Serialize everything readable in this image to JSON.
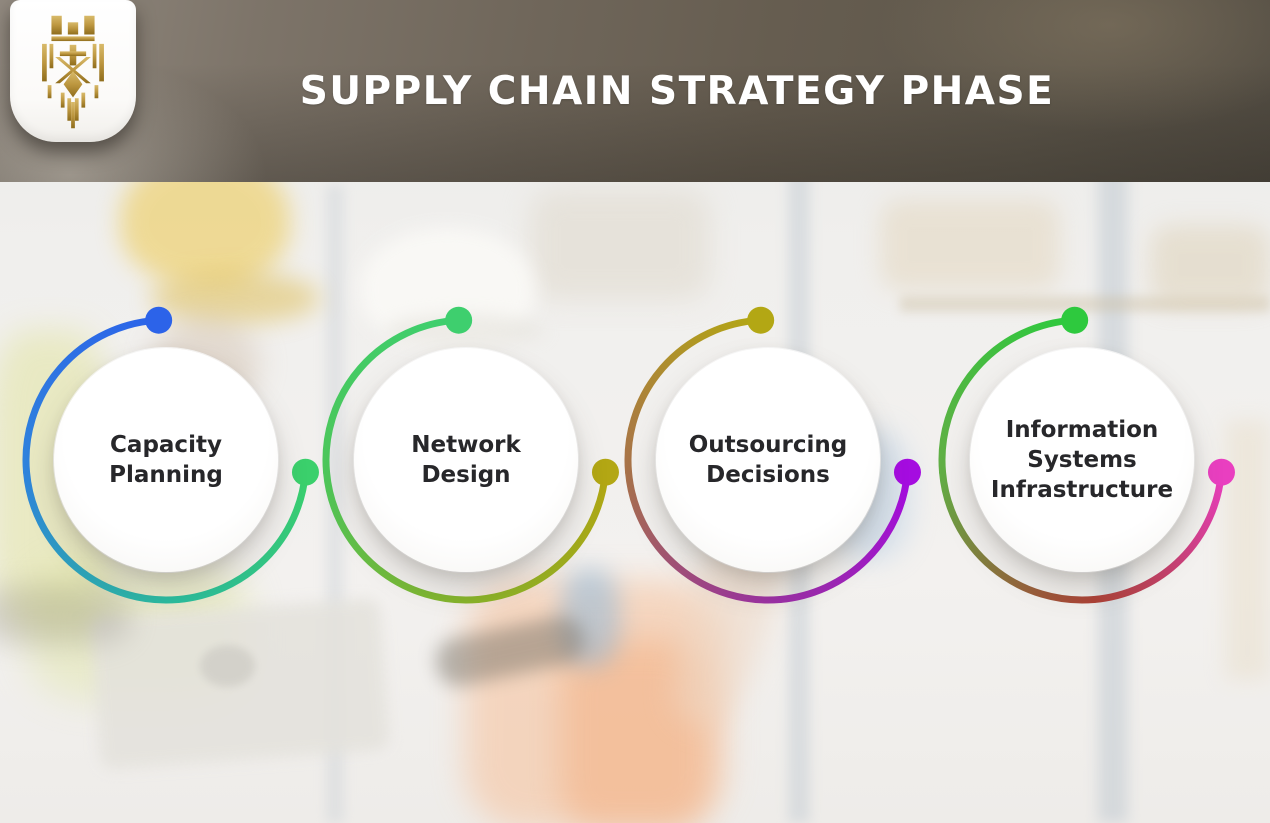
{
  "header": {
    "title": "SUPPLY CHAIN STRATEGY PHASE",
    "logo_icon": "gold-lion-crest"
  },
  "phases": [
    {
      "label": "Capacity Planning",
      "lines": [
        "Capacity",
        "Planning"
      ],
      "arc_colors": [
        "#2c63e9",
        "#2f84dc",
        "#2abf9e",
        "#3bd06c"
      ]
    },
    {
      "label": "Network Design",
      "lines": [
        "Network",
        "Design"
      ],
      "arc_colors": [
        "#3ecf6e",
        "#4cc65a",
        "#8bb427",
        "#b3a714"
      ]
    },
    {
      "label": "Outsourcing Decisions",
      "lines": [
        "Outsourcing",
        "Decisions"
      ],
      "arc_colors": [
        "#b3a714",
        "#a8724a",
        "#9c2da8",
        "#a50ce0"
      ]
    },
    {
      "label": "Information Systems Infrastructure",
      "lines": [
        "Information",
        "Systems",
        "Infrastructure"
      ],
      "arc_colors": [
        "#2ec93e",
        "#62ae45",
        "#ad4136",
        "#e93fc0"
      ]
    }
  ],
  "colors": {
    "title_text": "#ffffff",
    "label_text": "#27272a",
    "logo_gold": "#bd9740",
    "header_band": "#6f665a"
  }
}
